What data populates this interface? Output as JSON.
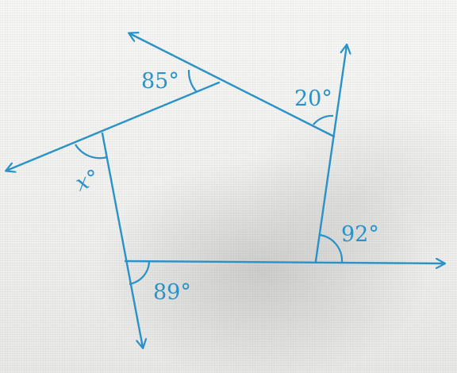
{
  "labels": {
    "angle_top": "85°",
    "angle_top_right": "20°",
    "angle_left": "x°",
    "angle_right": "92°",
    "angle_bottom": "89°"
  },
  "colors": {
    "ink": "#2a92c6",
    "paper": "#f3f3f1"
  }
}
